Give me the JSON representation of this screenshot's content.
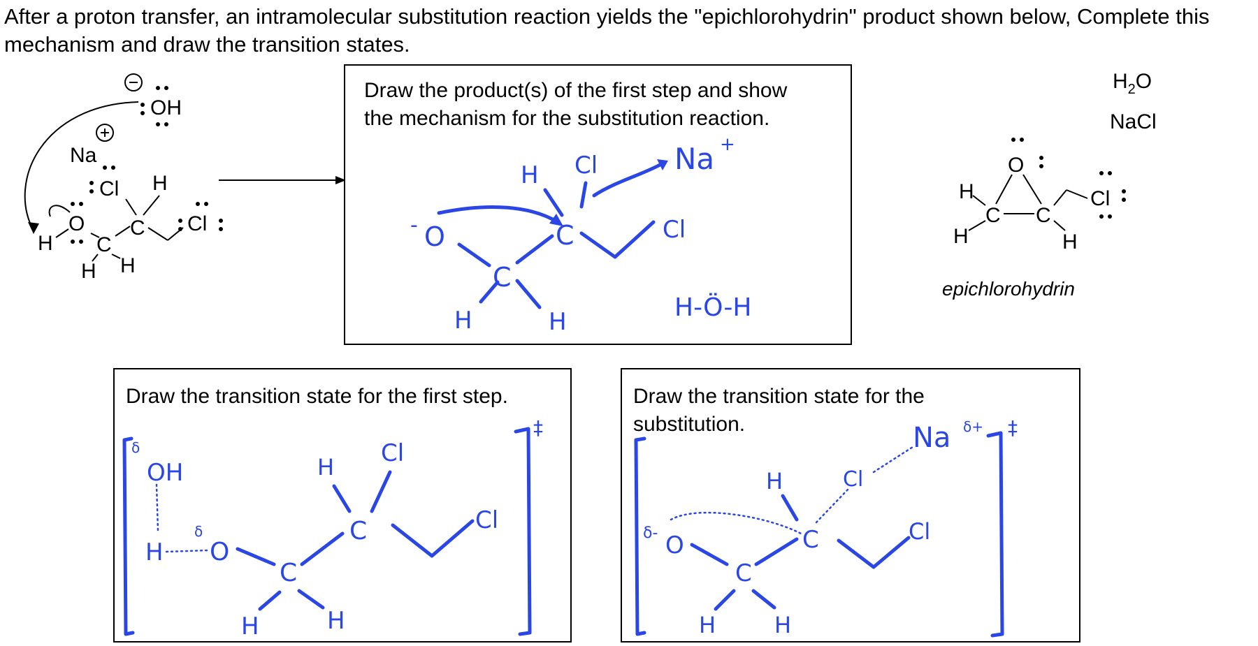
{
  "question": "After a proton transfer, an intramolecular substitution reaction yields the \"epichlorohydrin\" product shown below, Complete this mechanism and draw the transition states.",
  "panels": {
    "top": {
      "prompt": "Draw the product(s) of the first step and show the mechanism for the substitution reaction."
    },
    "bottom_left": {
      "prompt": "Draw the transition state for the first step."
    },
    "bottom_right": {
      "prompt": "Draw the transition state for the substitution."
    }
  },
  "byproducts": {
    "water_main": "H",
    "water_sub": "2",
    "water_end": "O",
    "salt": "NaCl"
  },
  "product_name": "epichlorohydrin",
  "labels": {
    "oh": "OH",
    "na": "Na",
    "cl": "Cl",
    "h": "H",
    "o": "O",
    "c": "C",
    "na_plus": "Na",
    "plus": "+",
    "minus": "-",
    "delta": "δ",
    "dagger": "‡",
    "hoh": "H-Ö-H",
    "dplus": "δ+",
    "dminus": "δ-"
  },
  "colors": {
    "ink": "#2a47e6",
    "text": "#000000"
  }
}
